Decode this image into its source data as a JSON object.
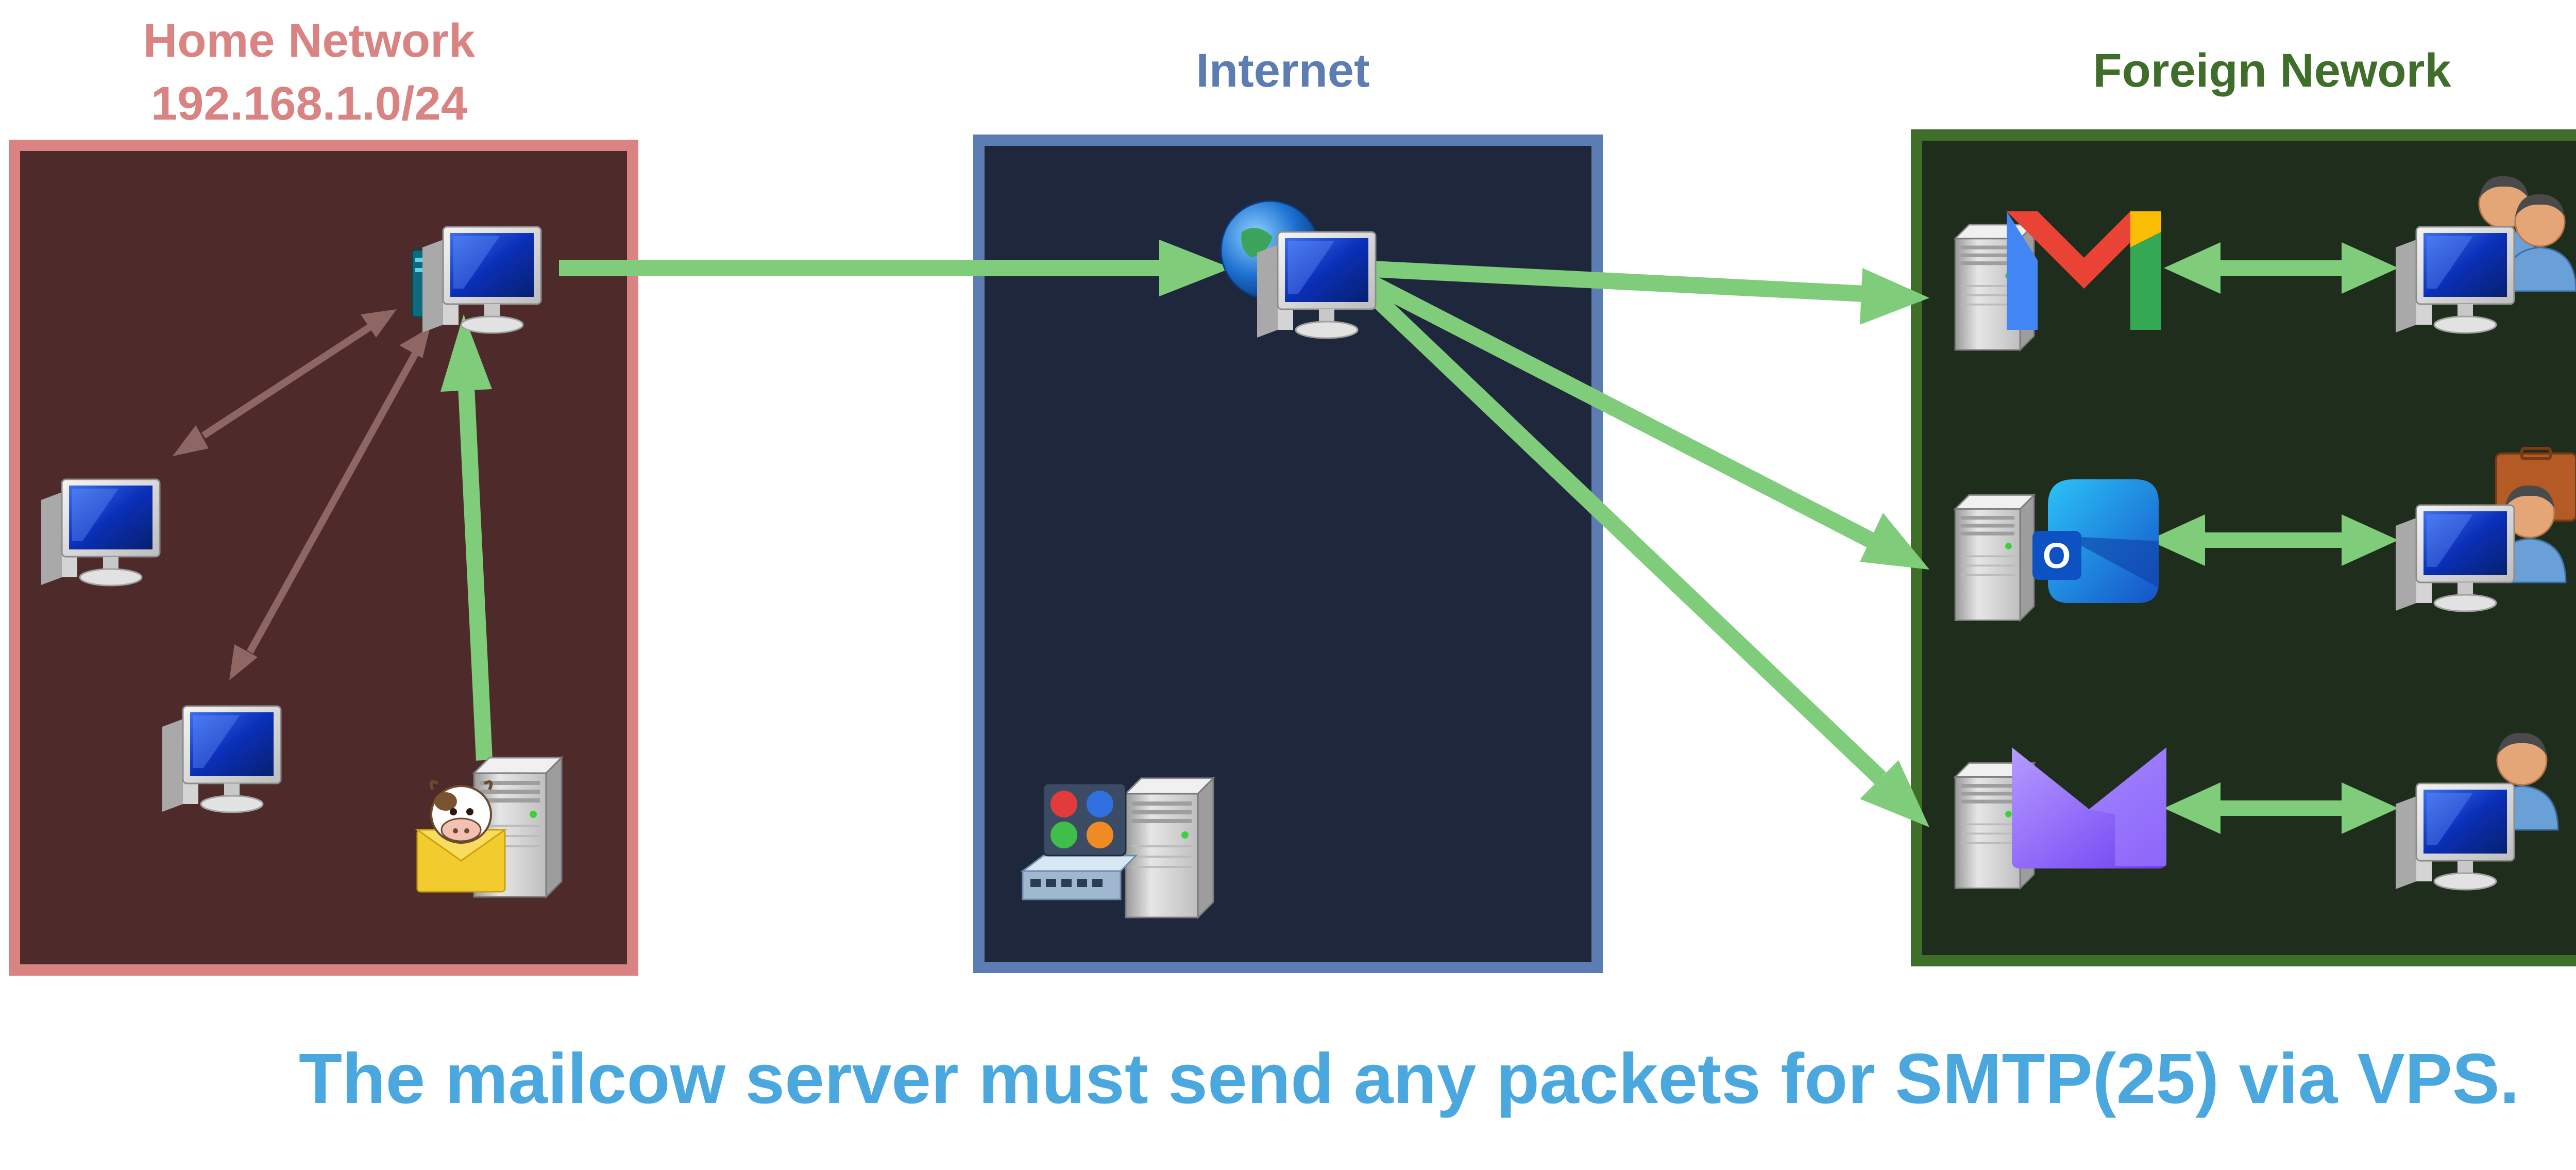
{
  "zones": {
    "home": {
      "title": "Home Network",
      "subtitle": "192.168.1.0/24",
      "color": "#d98383",
      "fill": "#4e2a2b"
    },
    "internet": {
      "title": "Internet",
      "color": "#5b7db1",
      "fill": "#1e273b"
    },
    "foreign": {
      "title": "Foreign Nework",
      "color": "#3f6d2a",
      "fill": "#1f2e1c"
    }
  },
  "caption": "The mailcow server must send any packets for SMTP(25) via VPS.",
  "colors": {
    "arrow_primary": "#7fcc7a",
    "arrow_faded": "#8e6664",
    "caption": "#4aa8df",
    "gmail_red": "#ea4335",
    "gmail_yellow": "#fbbc04",
    "gmail_green": "#34a853",
    "outlook_blue": "#1a73d9",
    "proton_purple": "#8b5cf6"
  },
  "icons": {
    "home_router_pc": "router-computer-icon",
    "home_pc_left": "desktop-computer-icon",
    "home_pc_bottom": "desktop-computer-icon",
    "mailcow_server": "mailcow-server-icon",
    "internet_globe_pc": "globe-computer-icon",
    "vps_server": "vps-server-icon",
    "gmail_server": "gmail-server-icon",
    "outlook_server": "outlook-server-icon",
    "proton_server": "proton-server-icon",
    "user_pc_1": "user-computer-icon",
    "user_pc_2": "business-user-computer-icon",
    "user_pc_3": "user-computer-icon"
  }
}
